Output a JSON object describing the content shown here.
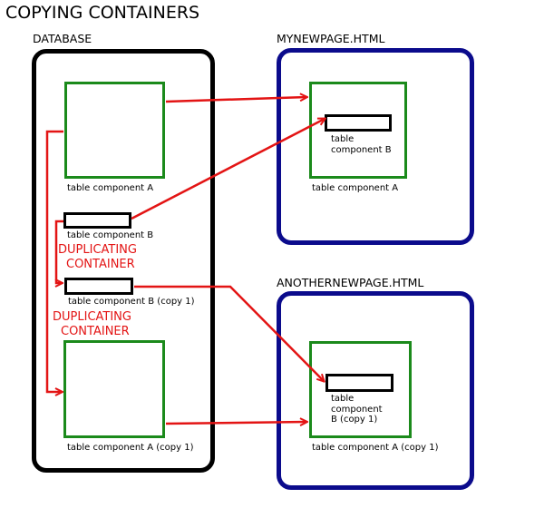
{
  "title": "COPYING CONTAINERS",
  "database": {
    "label": "DATABASE",
    "table_a": "table component A",
    "table_b": "table component B",
    "dup_1": [
      "DUPLICATING",
      "CONTAINER"
    ],
    "table_b_copy": "table component B (copy 1)",
    "dup_2": [
      "DUPLICATING",
      "CONTAINER"
    ],
    "table_a_copy": "table component A (copy 1)"
  },
  "page1": {
    "label": "MYNEWPAGE.HTML",
    "inner_b": [
      "table",
      "component B"
    ],
    "table_a": "table component A"
  },
  "page2": {
    "label": "ANOTHERNEWPAGE.HTML",
    "inner_b": [
      "table",
      "component",
      "B (copy 1)"
    ],
    "table_a": "table component A (copy 1)"
  },
  "colors": {
    "arrow": "#e31414",
    "container_border": "#1b8a1b",
    "page_border": "#0b0b8c",
    "database_border": "#000000"
  }
}
